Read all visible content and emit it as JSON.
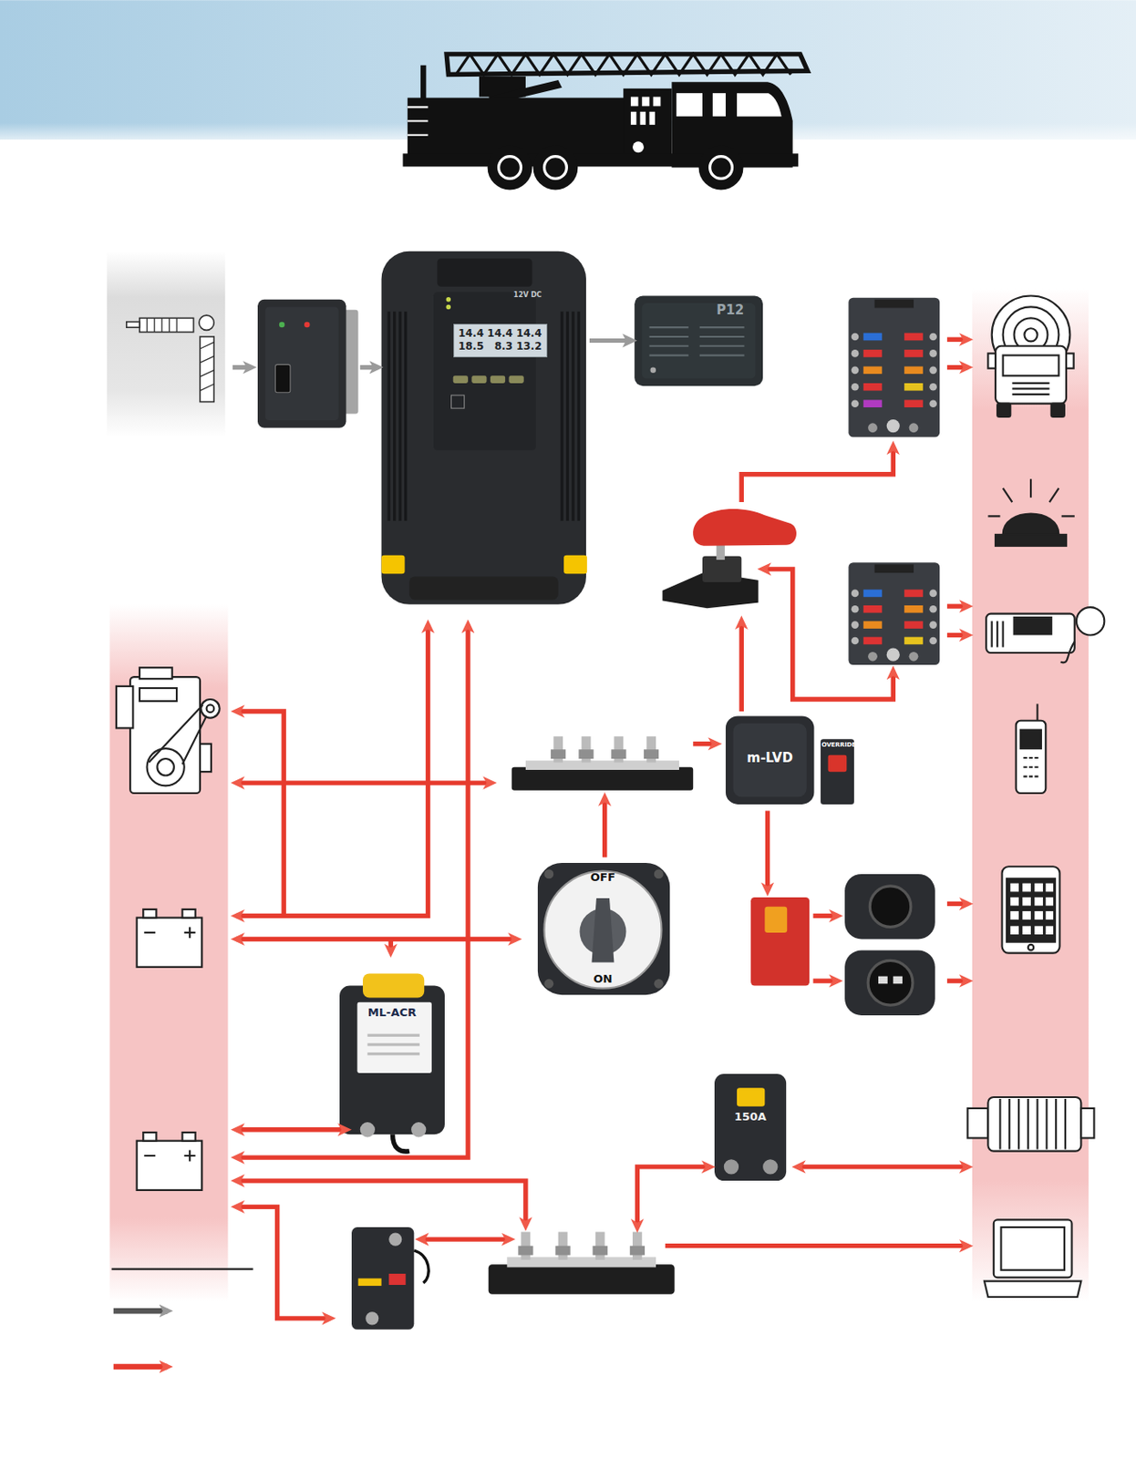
{
  "diagram": {
    "nodes": [
      {
        "text": [
          "14.4",
          "14.4",
          "14.4",
          "18.5",
          "8.3",
          "13.2"
        ]
      },
      {
        "text": [
          "P12"
        ]
      },
      {
        "text": [
          "m-LVD"
        ]
      },
      {
        "text": [
          "OFF",
          "ON"
        ]
      },
      {
        "text": [
          "ML-ACR"
        ]
      },
      {
        "text": [
          "150A"
        ]
      }
    ],
    "edges": [
      {
        "from": 0,
        "to": 1,
        "arrow": "to"
      }
    ],
    "labels": [
      "12V DC",
      "OVERRIDE"
    ]
  }
}
